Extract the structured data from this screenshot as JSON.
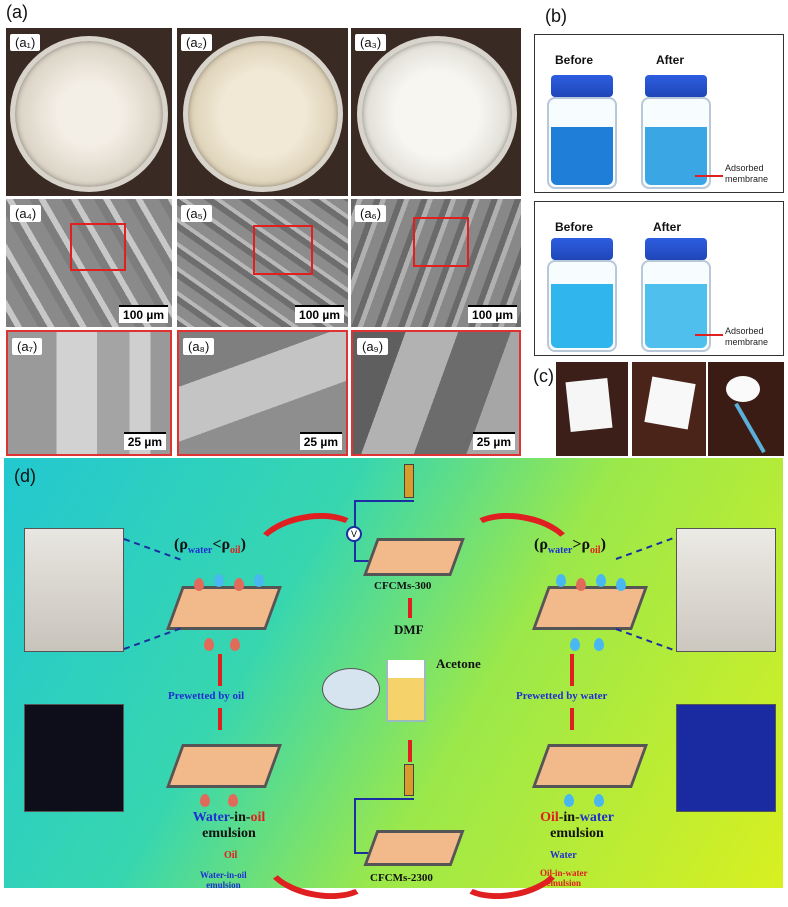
{
  "panel_a": {
    "label": "(a)",
    "sub": [
      "(a₁)",
      "(a₂)",
      "(a₃)",
      "(a₄)",
      "(a₅)",
      "(a₆)",
      "(a₇)",
      "(a₈)",
      "(a₉)"
    ],
    "scale_100": "100 µm",
    "scale_25": "25 µm"
  },
  "panel_b": {
    "label": "(b)",
    "before": "Before",
    "after": "After",
    "adsorbed": "Adsorbed membrane"
  },
  "panel_c": {
    "label": "(c)"
  },
  "panel_d": {
    "label": "(d)",
    "rho_left": {
      "open": "(ρ",
      "water": "water",
      "lt": "<ρ",
      "oil": "oil",
      "close": ")"
    },
    "rho_right": {
      "open": "(ρ",
      "water": "water",
      "gt": ">ρ",
      "oil": "oil",
      "close": ")"
    },
    "cfcm_top": "CFCMs-300",
    "cfcm_bottom": "CFCMs-2300",
    "dmf": "DMF",
    "acetone": "Acetone",
    "prewet_oil": "Prewetted by oil",
    "prewet_water": "Prewetted by water",
    "wio_a": "Water",
    "wio_b": "-in-",
    "wio_c": "oil",
    "wio_d": "emulsion",
    "oiw_a": "Oil",
    "oiw_b": "-in-",
    "oiw_c": "water",
    "oiw_d": "emulsion",
    "legend_oil": "Oil",
    "legend_wio": "Water-in-oil",
    "legend_wio2": "emulsion",
    "legend_water": "Water",
    "legend_oiw": "Oil-in-water",
    "legend_oiw2": "emulsion",
    "v": "V"
  },
  "colors": {
    "accent_red": "#e02020",
    "title_blue": "#1f2fd0",
    "liquid_blue": "#2aa0e8"
  }
}
